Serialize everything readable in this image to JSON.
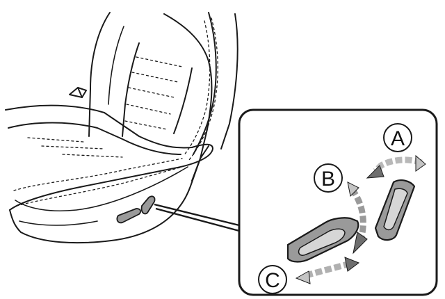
{
  "figure": {
    "labels": {
      "a": "A",
      "b": "B",
      "c": "C"
    },
    "colors": {
      "line": "#1a1a1a",
      "switch_fill": "#9a9a9a",
      "switch_inner": "#d6d6d6",
      "arrow_dark": "#6e6e6e",
      "arrow_light": "#c4c4c4",
      "background": "#ffffff"
    },
    "icons": [
      "seat-illustration",
      "seat-adjust-switch",
      "direction-arrow"
    ]
  }
}
